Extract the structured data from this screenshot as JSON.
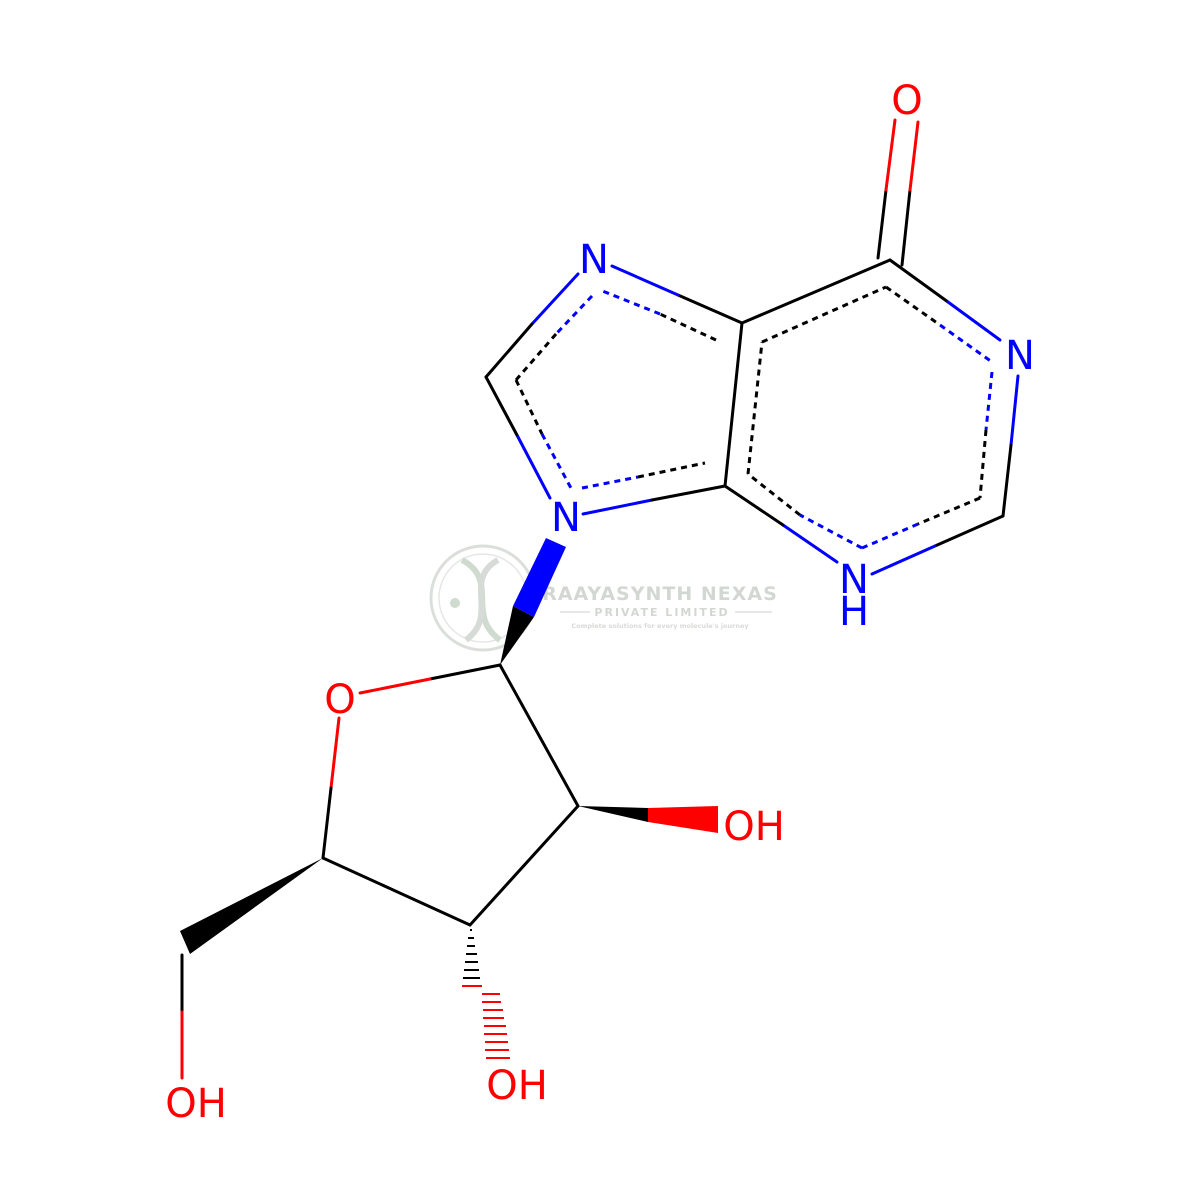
{
  "colors": {
    "bond": "#000000",
    "nitrogen": "#0000ff",
    "oxygen": "#ff0000",
    "background": "#ffffff",
    "watermark": "#cfd3cf"
  },
  "atoms": {
    "O_carbonyl": "O",
    "N1": "N",
    "N3": "N",
    "N_imidazole": "N",
    "N9": "N",
    "H_N3": "H",
    "O_ring": "O",
    "OH_2": "OH",
    "OH_3": "OH",
    "OH_5": "OH"
  },
  "watermark": {
    "title": "RAAYASYNTH NEXAS",
    "subtitle": "PRIVATE LIMITED",
    "tagline": "Complete solutions for every molecule's journey",
    "icon": "dna-helix-logo"
  }
}
